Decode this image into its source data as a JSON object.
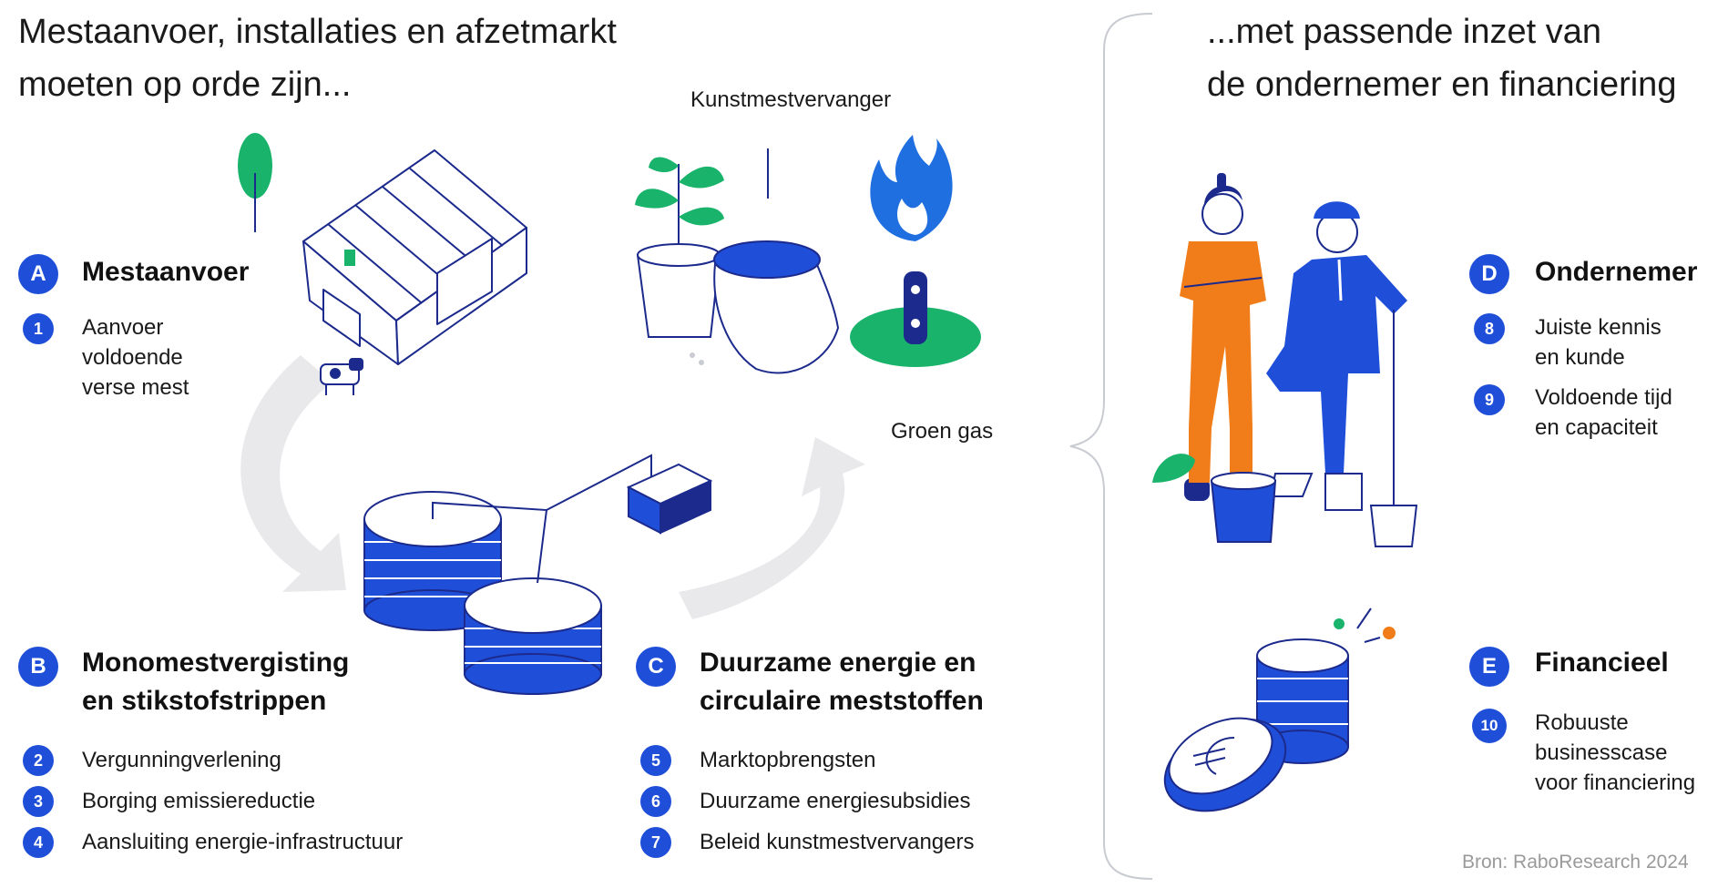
{
  "left_headline": {
    "line1": "Mestaanvoer, installaties en afzetmarkt",
    "line2": "moeten op orde zijn..."
  },
  "right_headline": {
    "line1": "...met passende inzet van",
    "line2": "de ondernemer en financiering"
  },
  "labels": {
    "kunstmestvervanger": "Kunstmestvervanger",
    "groen_gas": "Groen gas"
  },
  "sections": {
    "a": {
      "badge": "A",
      "title_lines": [
        "Mestaanvoer"
      ],
      "items": [
        {
          "num": "1",
          "lines": [
            "Aanvoer",
            "voldoende",
            "verse mest"
          ]
        }
      ]
    },
    "b": {
      "badge": "B",
      "title_lines": [
        "Monomestvergisting",
        "en stikstofstrippen"
      ],
      "items": [
        {
          "num": "2",
          "lines": [
            "Vergunningverlening"
          ]
        },
        {
          "num": "3",
          "lines": [
            "Borging emissiereductie"
          ]
        },
        {
          "num": "4",
          "lines": [
            "Aansluiting energie-infrastructuur"
          ]
        }
      ]
    },
    "c": {
      "badge": "C",
      "title_lines": [
        "Duurzame energie en",
        "circulaire meststoffen"
      ],
      "items": [
        {
          "num": "5",
          "lines": [
            "Marktopbrengsten"
          ]
        },
        {
          "num": "6",
          "lines": [
            "Duurzame energiesubsidies"
          ]
        },
        {
          "num": "7",
          "lines": [
            "Beleid kunstmestvervangers"
          ]
        }
      ]
    },
    "d": {
      "badge": "D",
      "title_lines": [
        "Ondernemer"
      ],
      "items": [
        {
          "num": "8",
          "lines": [
            "Juiste kennis",
            "en kunde"
          ]
        },
        {
          "num": "9",
          "lines": [
            "Voldoende tijd",
            "en capaciteit"
          ]
        }
      ]
    },
    "e": {
      "badge": "E",
      "title_lines": [
        "Financieel"
      ],
      "items": [
        {
          "num": "10",
          "lines": [
            "Robuuste",
            "businesscase",
            "voor financiering"
          ]
        }
      ]
    }
  },
  "source": "Bron: RaboResearch 2024",
  "colors": {
    "blue": "#1f4fd8",
    "navy": "#1b2a8c",
    "green": "#19b36b",
    "orange": "#f07d1a",
    "arrow_gray": "#e9e9eb",
    "source_gray": "#9a9a9a"
  },
  "icons": [
    "tree-icon",
    "barn-icon",
    "cow-icon",
    "plant-pot-icon",
    "fertilizer-sack-icon",
    "flame-icon",
    "gas-pipe-icon",
    "digester-tanks-icon",
    "storage-box-icon",
    "farmer-woman-icon",
    "farmer-man-icon",
    "bucket-icon",
    "shovel-icon",
    "coin-stack-icon",
    "euro-coin-icon",
    "brace-divider-icon"
  ]
}
